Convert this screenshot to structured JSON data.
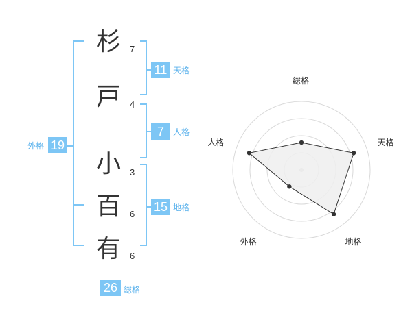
{
  "name": {
    "chars": [
      {
        "char": "杉",
        "strokes": "7"
      },
      {
        "char": "戸",
        "strokes": "4"
      },
      {
        "char": "小",
        "strokes": "3"
      },
      {
        "char": "百",
        "strokes": "6"
      },
      {
        "char": "有",
        "strokes": "6"
      }
    ]
  },
  "kaku": {
    "tenkaku": {
      "label": "天格",
      "value": "11"
    },
    "jinkaku": {
      "label": "人格",
      "value": "7"
    },
    "chikaku": {
      "label": "地格",
      "value": "15"
    },
    "gaikaku": {
      "label": "外格",
      "value": "19"
    },
    "soukaku": {
      "label": "総格",
      "value": "26"
    }
  },
  "colors": {
    "accent": "#7dc6f5",
    "accent_text": "#5bb2ec",
    "text": "#333333",
    "grid": "#d9d9d9",
    "radar_fill": "#efefef",
    "radar_stroke": "#333333"
  },
  "chart_data": {
    "type": "radar",
    "axes": [
      "総格",
      "天格",
      "地格",
      "外格",
      "人格"
    ],
    "values": [
      2,
      4,
      4,
      1.5,
      4
    ],
    "range": [
      0,
      5
    ],
    "rings": 4,
    "grid": true
  }
}
